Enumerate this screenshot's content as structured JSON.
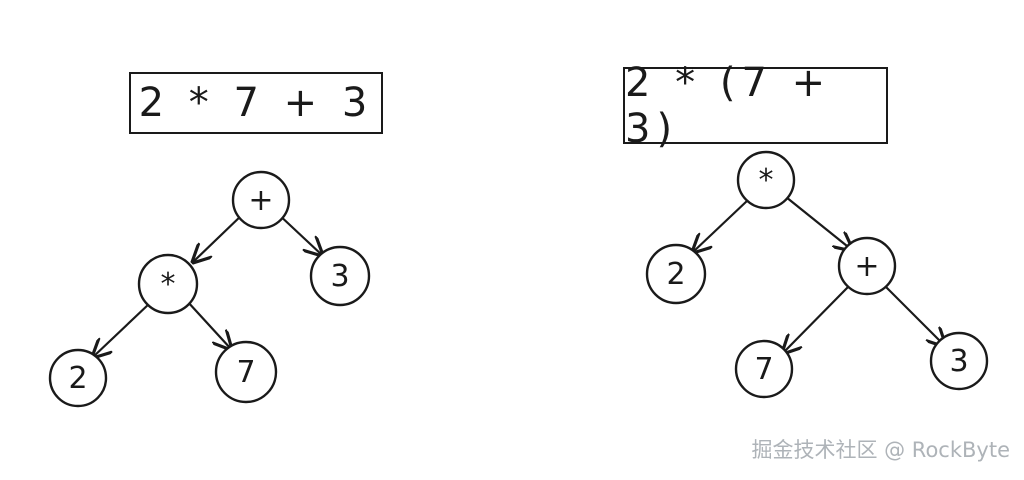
{
  "expressions": {
    "left": "2 * 7 + 3",
    "right": "2 * (7 + 3)"
  },
  "trees": {
    "left": {
      "root": "+",
      "children": [
        {
          "label": "*",
          "children": [
            {
              "label": "2"
            },
            {
              "label": "7"
            }
          ]
        },
        {
          "label": "3"
        }
      ]
    },
    "right": {
      "root": "*",
      "children": [
        {
          "label": "2"
        },
        {
          "label": "+",
          "children": [
            {
              "label": "7"
            },
            {
              "label": "3"
            }
          ]
        }
      ]
    }
  },
  "watermark": "掘金技术社区 @ RockByte",
  "colors": {
    "ink": "#1a1a1a",
    "watermark": "#aeb3b8",
    "background": "#ffffff"
  }
}
